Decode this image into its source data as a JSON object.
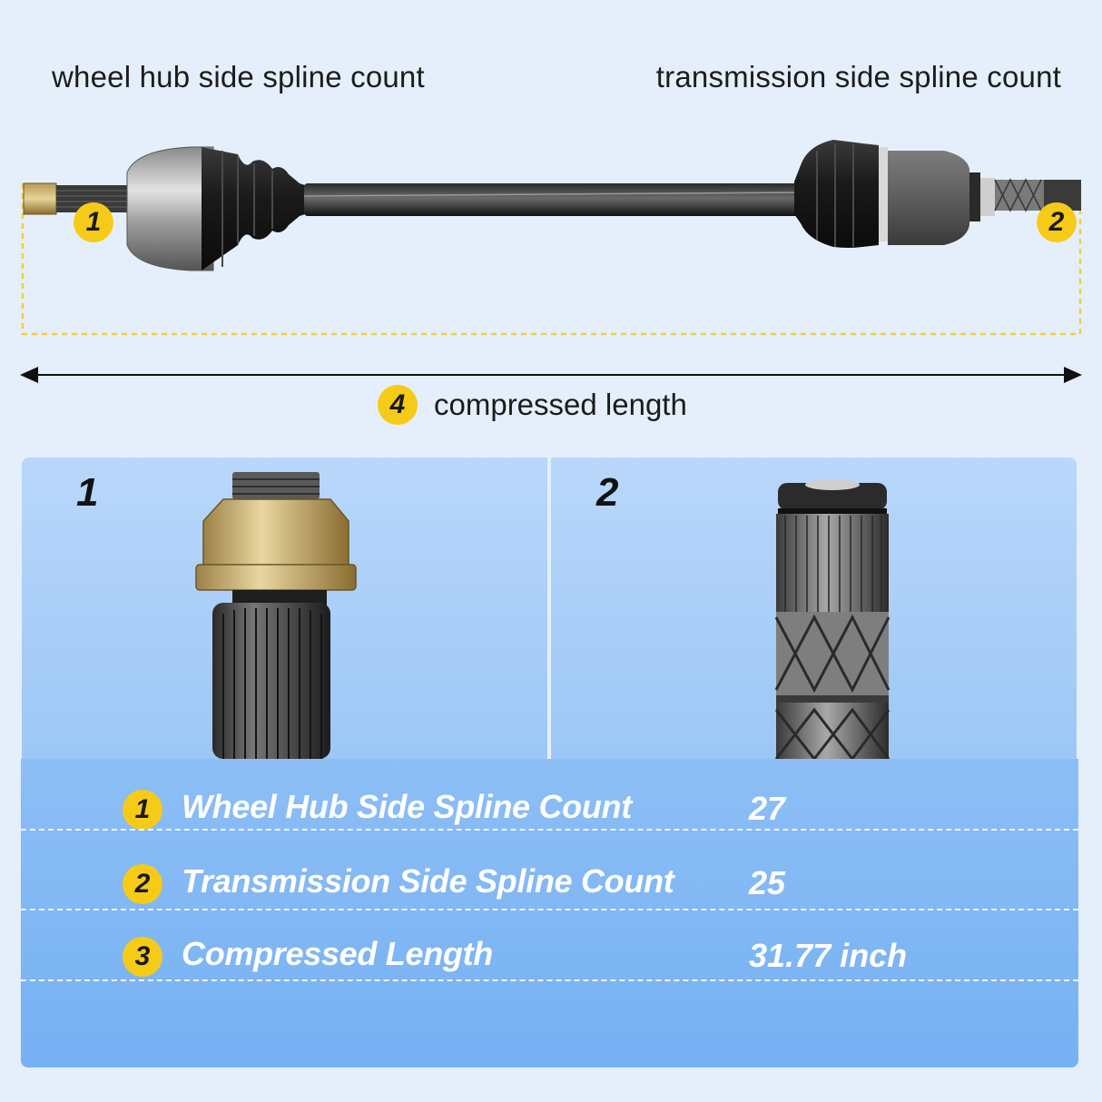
{
  "labels": {
    "wheel_side": "wheel hub side spline count",
    "transmission_side": "transmission side spline count",
    "compressed": "compressed length"
  },
  "badges": {
    "one": "1",
    "two": "2",
    "four": "4"
  },
  "panels": [
    {
      "number": "1"
    },
    {
      "number": "2"
    }
  ],
  "specs": [
    {
      "badge": "1",
      "name": "Wheel Hub Side Spline Count",
      "value": "27"
    },
    {
      "badge": "2",
      "name": "Transmission Side Spline Count",
      "value": "25"
    },
    {
      "badge": "3",
      "name": "Compressed Length",
      "value": "31.77 inch"
    }
  ],
  "colors": {
    "badge": "#f6cb18",
    "dashed_box": "#f2cf3a",
    "panel_bg": "#a8cdf8",
    "table_bg": "#80b6f4",
    "text_white": "#ffffff"
  },
  "icons": [
    "axle-shaft-illustration",
    "spline-closeup-illustration",
    "double-arrow-icon"
  ]
}
